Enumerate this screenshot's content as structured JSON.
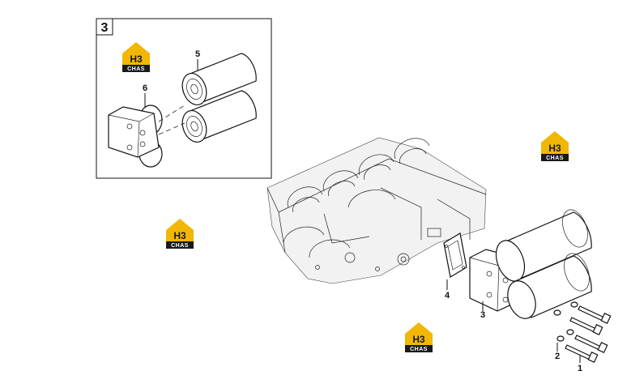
{
  "detail_box": {
    "number": "3",
    "callouts": {
      "filter": "5",
      "housing": "6"
    }
  },
  "callouts": {
    "bolt": "1",
    "washer": "2",
    "filter_head": "3",
    "gasket": "4"
  },
  "watermark": {
    "top_text": "H3",
    "bottom_text": "CHAS",
    "accent_color": "#f2b705"
  }
}
